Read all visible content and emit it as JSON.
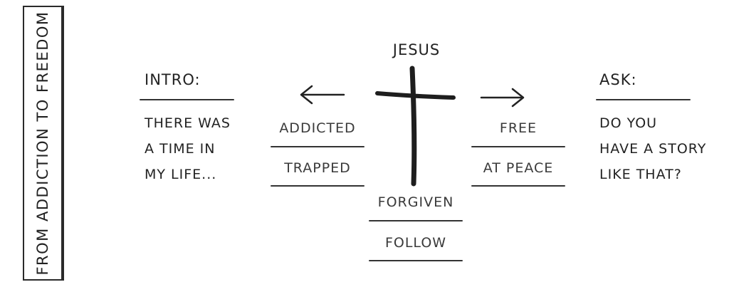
{
  "vertical_title": "From Addiction to Freedom",
  "top_label": "JESUS",
  "intro": {
    "heading": "INTRO:",
    "lines": [
      "There was",
      "a time in",
      "my life..."
    ]
  },
  "ask": {
    "heading": "ASK:",
    "lines": [
      "Do you",
      "have a story",
      "like that?"
    ]
  },
  "left_words": [
    "Addicted",
    "TRapped"
  ],
  "right_words": [
    "Free",
    "At Peace"
  ],
  "bottom_words": [
    "Forgiven",
    "Follow"
  ],
  "colors": {
    "ink": "#222222",
    "background": "#ffffff"
  }
}
